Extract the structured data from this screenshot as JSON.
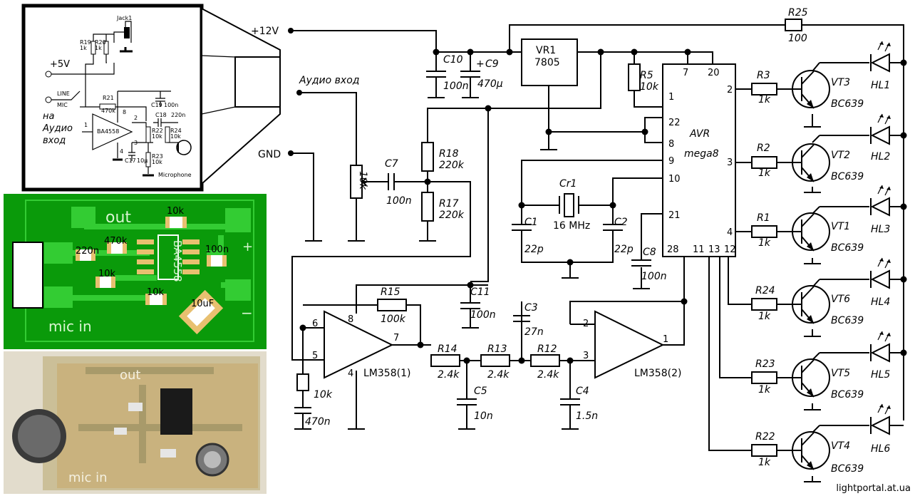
{
  "colors": {
    "pcb_green": "#0a9a0a",
    "pad_green": "#33cc33",
    "pcb_text": "#d8f5d0"
  },
  "inset": {
    "jack": "Jack1",
    "r19": "R19",
    "r19v": "1k",
    "r20": "R20",
    "r20v": "1k",
    "plus5": "+5V",
    "line": "LINE",
    "mic": "MIC",
    "r21": "R21",
    "r21v": "470k",
    "ic": "BA4558",
    "p8": "8",
    "p1": "1",
    "p2": "2",
    "p3": "3",
    "p4": "4",
    "c19": "C19",
    "c19v": "100n",
    "c18": "C18",
    "c18v": "220n",
    "r22": "R22",
    "r22v": "10k",
    "r24": "R24",
    "r24v": "10k",
    "r23": "R23",
    "r23v": "10k",
    "c17": "C17",
    "c17v": "10μ",
    "microphone": "Microphone",
    "note1": "на",
    "note2": "Аудио",
    "note3": "вход"
  },
  "pcb": {
    "out": "out",
    "r10k_a": "10k",
    "c220n": "220n",
    "r470k": "470k",
    "ic": "BA4558",
    "c100n": "100n",
    "plus": "+",
    "r10k_b": "10k",
    "r10k_c": "10k",
    "c10uf": "10uF",
    "minus": "−",
    "micin": "mic in"
  },
  "photo": {
    "out": "out",
    "micin": "mic in"
  },
  "labels": {
    "v12": "+12V",
    "audio": "Аудио вход",
    "gnd": "GND",
    "c10": "C10",
    "c10v": "100n",
    "c9": "C9",
    "c9v": "470μ",
    "c9plus": "+",
    "vr1": "VR1",
    "vr1v": "7805",
    "r25": "R25",
    "r25v": "100",
    "r5": "R5",
    "r5v": "10k",
    "avr": "AVR",
    "mega8": "mega8",
    "p7": "7",
    "p20": "20",
    "p1": "1",
    "p22": "22",
    "p8": "8",
    "p9": "9",
    "p10": "10",
    "p21": "21",
    "p28": "28",
    "p11": "11",
    "p13": "13",
    "p12": "12",
    "p2": "2",
    "p3": "3",
    "p4": "4",
    "r18": "R18",
    "r18v": "220k",
    "r17": "R17",
    "r17v": "220k",
    "c7": "C7",
    "c7v": "100n",
    "pot": "10k",
    "cr1": "Cr1",
    "cr1v": "16 MHz",
    "c1": "C1",
    "c1v": "22p",
    "c2": "C2",
    "c2v": "22p",
    "c8": "C8",
    "c8v": "100n",
    "r3": "R3",
    "r3v": "1k",
    "vt3": "VT3",
    "bc1": "BC639",
    "hl1": "HL1",
    "r2": "R2",
    "r2v": "1k",
    "vt2": "VT2",
    "bc2": "BC639",
    "hl2": "HL2",
    "r1": "R1",
    "r1v": "1k",
    "vt1": "VT1",
    "bc3": "BC639",
    "hl3": "HL3",
    "r24": "R24",
    "r24v": "1k",
    "vt6": "VT6",
    "bc4": "BC639",
    "hl4": "HL4",
    "r23": "R23",
    "r23v": "1k",
    "vt5": "VT5",
    "bc5": "BC639",
    "hl5": "HL5",
    "r22": "R22",
    "r22v": "1k",
    "vt4": "VT4",
    "bc6": "BC639",
    "hl6": "HL6",
    "r15": "R15",
    "r15v": "100k",
    "c11": "C11",
    "c11v": "100n",
    "u1p6": "6",
    "u1p8": "8",
    "u1p5": "5",
    "u1p7": "7",
    "u1p4": "4",
    "u1": "LM358(1)",
    "rin": "10k",
    "cin": "470n",
    "r14": "R14",
    "r14v": "2.4k",
    "r13": "R13",
    "r13v": "2.4k",
    "r12": "R12",
    "r12v": "2.4k",
    "c5": "C5",
    "c5v": "10n",
    "c4": "C4",
    "c4v": "1.5n",
    "c3": "C3",
    "c3v": "27n",
    "u2p2": "2",
    "u2p3": "3",
    "u2p1": "1",
    "u2": "LM358(2)",
    "site": "lightportal.at.ua"
  }
}
